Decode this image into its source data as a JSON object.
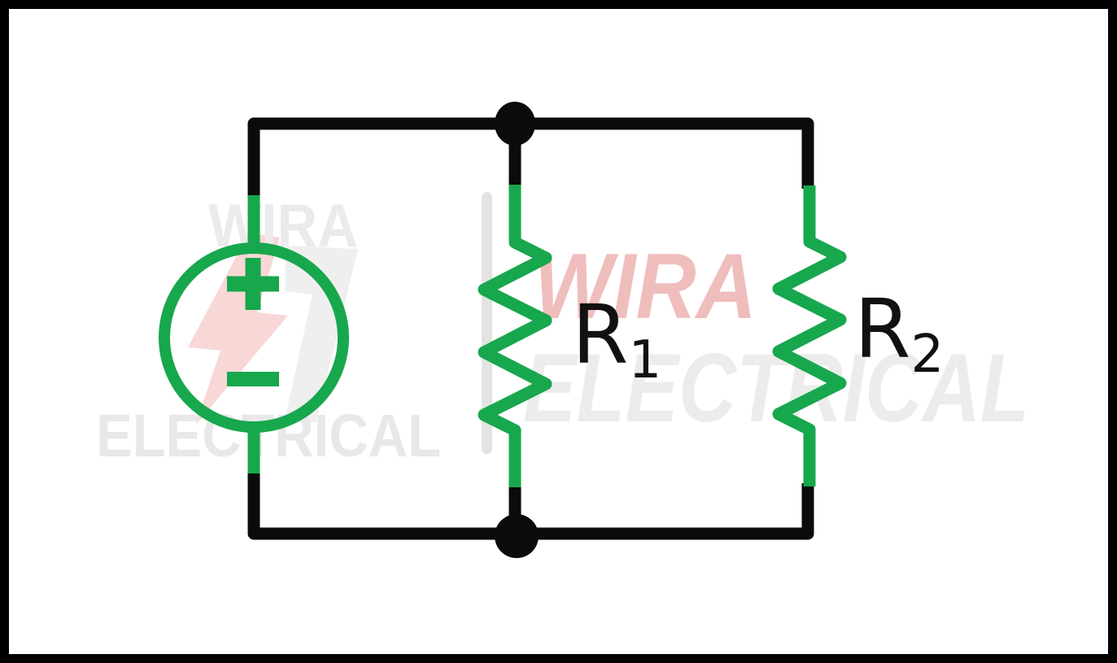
{
  "figure": {
    "kind": "circuit-schematic",
    "components": {
      "voltage_source": {
        "polarity_top": "+",
        "polarity_bottom": "−"
      },
      "resistor_1": {
        "base": "R",
        "sub": "1"
      },
      "resistor_2": {
        "base": "R",
        "sub": "2"
      }
    },
    "colors": {
      "background": "#ffffff",
      "frame": "#000000",
      "wire": "#0b0b0b",
      "node": "#0b0b0b",
      "component_green": "#17a74c",
      "watermark_gray_light": "#ebebeb",
      "watermark_gray_italic": "#ececec",
      "watermark_red": "#f0bdbd",
      "logo_bolt_red": "#f8d7d7",
      "logo_bolt_gray": "#efefef"
    },
    "watermarks": {
      "brand_word_top_left": "WIRA",
      "brand_word_bottom_left": "ELECTRICAL",
      "brand_word_red_italic": "WIRA",
      "brand_word_gray_italic": "ELECTRICAL"
    }
  }
}
